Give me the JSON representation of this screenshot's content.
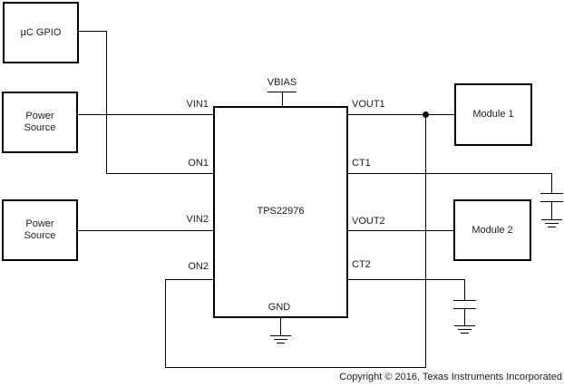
{
  "blocks": {
    "mcu": {
      "label": "µC GPIO"
    },
    "power_source_1": {
      "label": "Power Source"
    },
    "power_source_2": {
      "label": "Power Source"
    },
    "module_1": {
      "label": "Module 1"
    },
    "module_2": {
      "label": "Module 2"
    }
  },
  "ic": {
    "name": "TPS22976",
    "pins": {
      "vin1": "VIN1",
      "on1": "ON1",
      "vin2": "VIN2",
      "on2": "ON2",
      "vbias": "VBIAS",
      "gnd": "GND",
      "vout1": "VOUT1",
      "ct1": "CT1",
      "vout2": "VOUT2",
      "ct2": "CT2"
    }
  },
  "footer": {
    "copyright": "Copyright © 2016, Texas Instruments Incorporated"
  },
  "colors": {
    "line": "#000000",
    "text": "#1c1c1c",
    "background": "#ffffff"
  }
}
